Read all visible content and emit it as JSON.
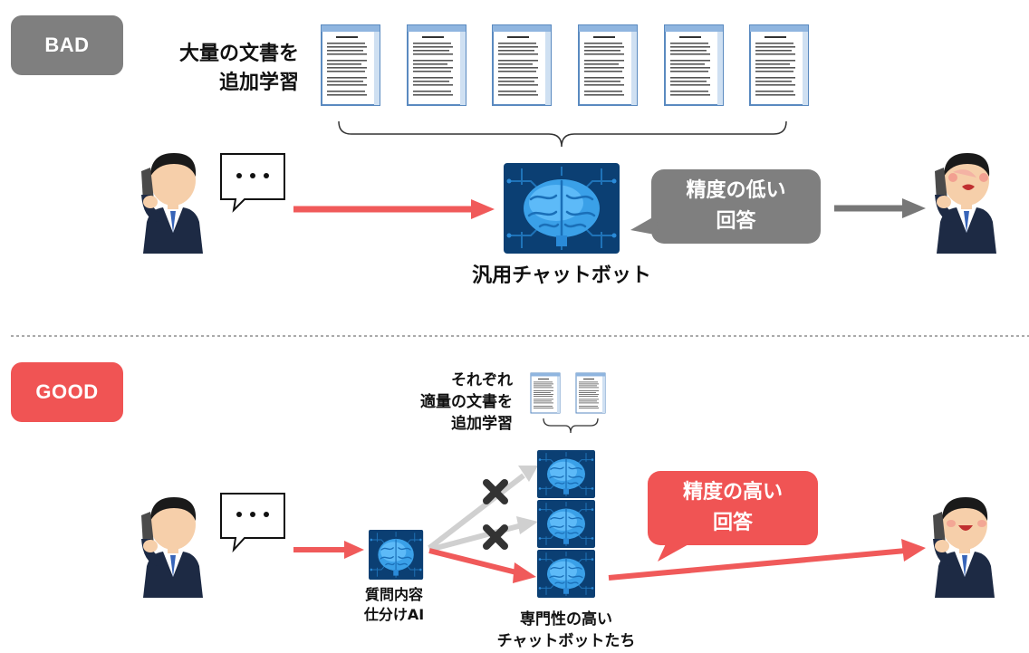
{
  "bad": {
    "badge": "BAD",
    "doc_label": "大量の文書を\n追加学習",
    "speech": "・・・",
    "bot_label": "汎用チャットボット",
    "result": "精度の低い\n回答"
  },
  "good": {
    "badge": "GOOD",
    "doc_label": "それぞれ\n適量の文書を\n追加学習",
    "speech": "・・・",
    "router_label": "質問内容\n仕分けAI",
    "bots_label": "専門性の高い\nチャットボットたち",
    "result": "精度の高い\n回答"
  },
  "colors": {
    "bad_badge": "#7f7f7f",
    "good_badge": "#f05454",
    "red_arrow": "#f05a5a",
    "gray_arrow": "#777777",
    "light_arrow": "#d0d0d0",
    "brain_bg": "#0b3f73",
    "brain": "#3aa0e8"
  },
  "icons": [
    "person-phone-icon",
    "document-icon",
    "brain-chip-icon",
    "cross-icon",
    "speech-bubble-icon"
  ]
}
